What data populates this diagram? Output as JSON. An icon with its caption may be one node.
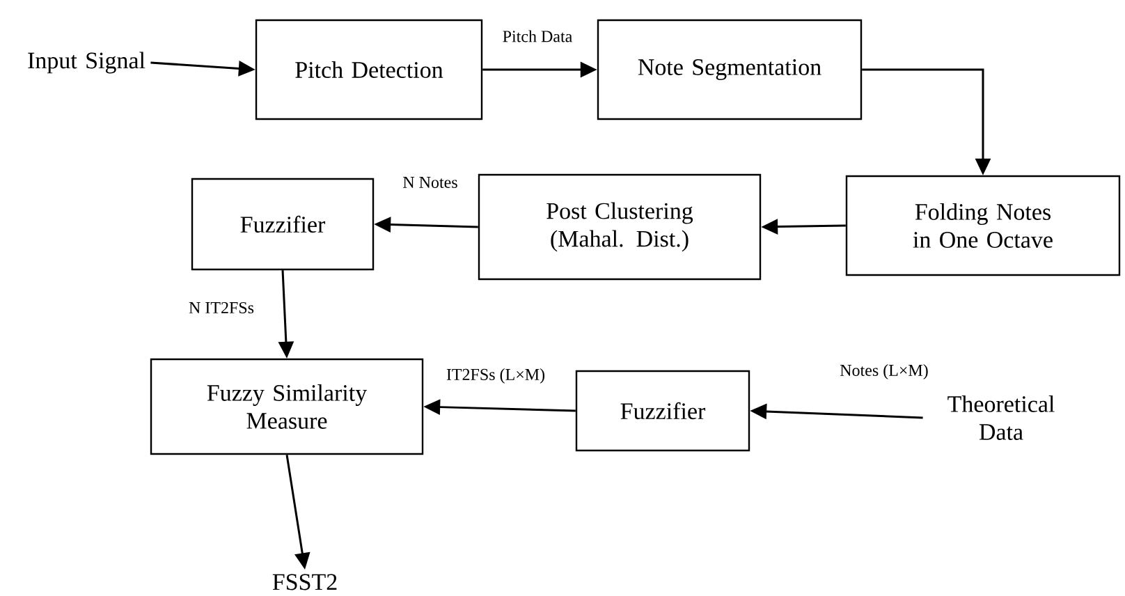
{
  "diagram": {
    "nodes": [
      {
        "text": [
          "Input Signal"
        ]
      },
      {
        "text": [
          "Pitch Detection"
        ]
      },
      {
        "text": [
          "Note Segmentation"
        ]
      },
      {
        "text": [
          "Folding Notes in One Octave"
        ]
      },
      {
        "text": [
          "Post Clustering (Mahal. Dist.)"
        ]
      },
      {
        "text": [
          "Fuzzifier"
        ]
      },
      {
        "text": [
          "Fuzzy Similarity Measure"
        ]
      },
      {
        "text": [
          "Fuzzifier"
        ]
      },
      {
        "text": [
          "Theoretical Data"
        ]
      },
      {
        "text": [
          "FSST2"
        ]
      }
    ],
    "edges": [
      {
        "from": 0,
        "to": 1,
        "arrow": "to"
      },
      {
        "from": 1,
        "to": 2,
        "arrow": "to",
        "label": "Pitch Data"
      },
      {
        "from": 2,
        "to": 3,
        "arrow": "to"
      },
      {
        "from": 3,
        "to": 4,
        "arrow": "to"
      },
      {
        "from": 4,
        "to": 5,
        "arrow": "to",
        "label": "N Notes"
      },
      {
        "from": 5,
        "to": 6,
        "arrow": "to",
        "label": "N IT2FSs"
      },
      {
        "from": 7,
        "to": 6,
        "arrow": "to",
        "label": "IT2FSs (L×M)"
      },
      {
        "from": 8,
        "to": 7,
        "arrow": "to",
        "label": "Notes (L×M)"
      },
      {
        "from": 6,
        "to": 9,
        "arrow": "to"
      }
    ]
  }
}
